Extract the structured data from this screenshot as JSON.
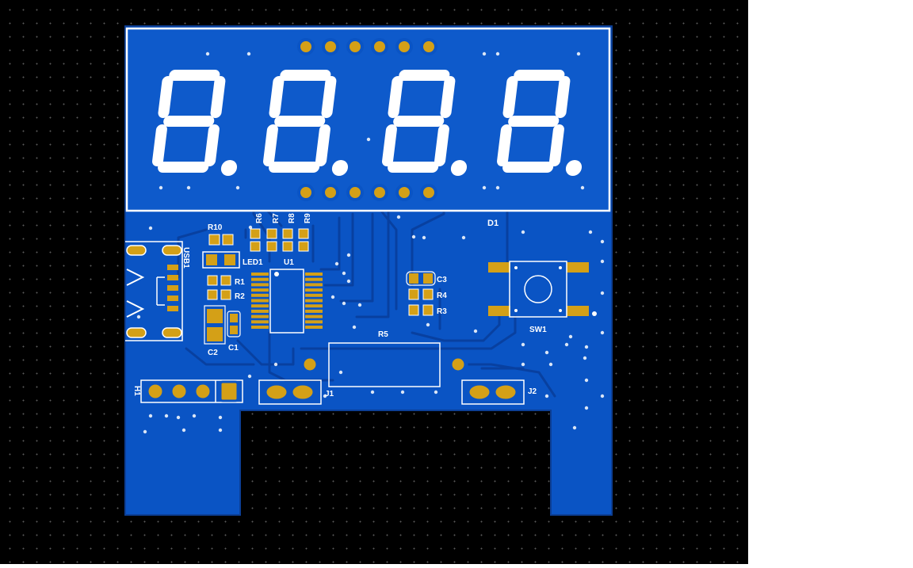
{
  "board": {
    "display": {
      "label": "D1",
      "digits": [
        "8.",
        "8.",
        "8.",
        "8."
      ]
    },
    "components": {
      "r10": "R10",
      "led1": "LED1",
      "usb1": "USB1",
      "r1": "R1",
      "r2": "R2",
      "c1": "C1",
      "c2": "C2",
      "r6": "R6",
      "r7": "R7",
      "r8": "R8",
      "r9": "R9",
      "u1": "U1",
      "c3": "C3",
      "r4": "R4",
      "r3": "R3",
      "r5": "R5",
      "sw1": "SW1",
      "h1": "H1",
      "j1": "J1",
      "j2": "J2"
    },
    "colors": {
      "background": "#000000",
      "board": "#0a54c4",
      "copper_pour": "#0d4fb8",
      "traces": "#0b47a8",
      "pads": "#d4a017",
      "silkscreen": "#ffffff",
      "segments": "#ffffff"
    }
  }
}
